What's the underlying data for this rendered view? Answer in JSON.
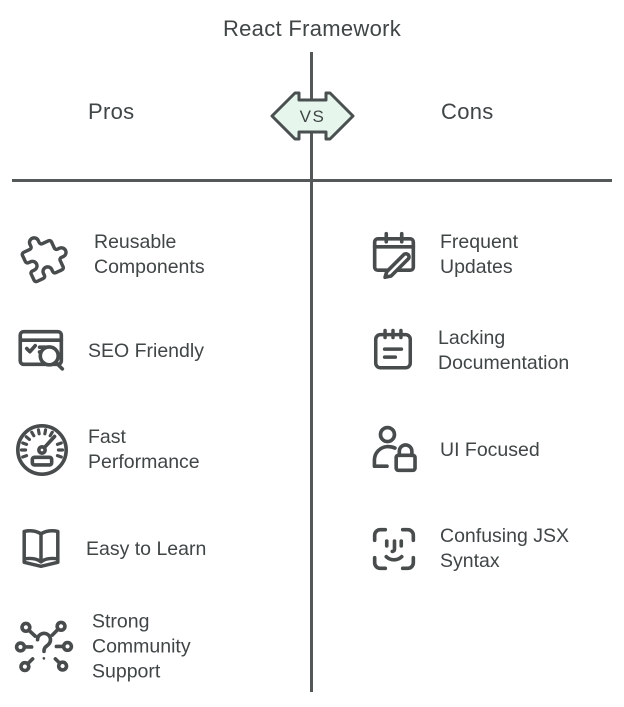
{
  "title": "React Framework",
  "vs_badge": {
    "label": "VS"
  },
  "pros": {
    "header": "Pros",
    "items": [
      {
        "icon": "puzzle-icon",
        "label": "Reusable\nComponents"
      },
      {
        "icon": "seo-search-icon",
        "label": "SEO Friendly"
      },
      {
        "icon": "speedometer-icon",
        "label": "Fast\nPerformance"
      },
      {
        "icon": "open-book-icon",
        "label": "Easy to Learn"
      },
      {
        "icon": "community-network-icon",
        "label": "Strong\nCommunity\nSupport"
      }
    ]
  },
  "cons": {
    "header": "Cons",
    "items": [
      {
        "icon": "calendar-pencil-icon",
        "label": "Frequent\nUpdates"
      },
      {
        "icon": "notepad-icon",
        "label": "Lacking\nDocumentation"
      },
      {
        "icon": "user-lock-icon",
        "label": "UI Focused"
      },
      {
        "icon": "face-scan-icon",
        "label": "Confusing JSX\nSyntax"
      }
    ]
  },
  "colors": {
    "ink": "#484c4d",
    "text": "#404546",
    "divider": "#545859",
    "badge_fill": "#e6f6ed",
    "badge_stroke": "#4a4f4f"
  }
}
